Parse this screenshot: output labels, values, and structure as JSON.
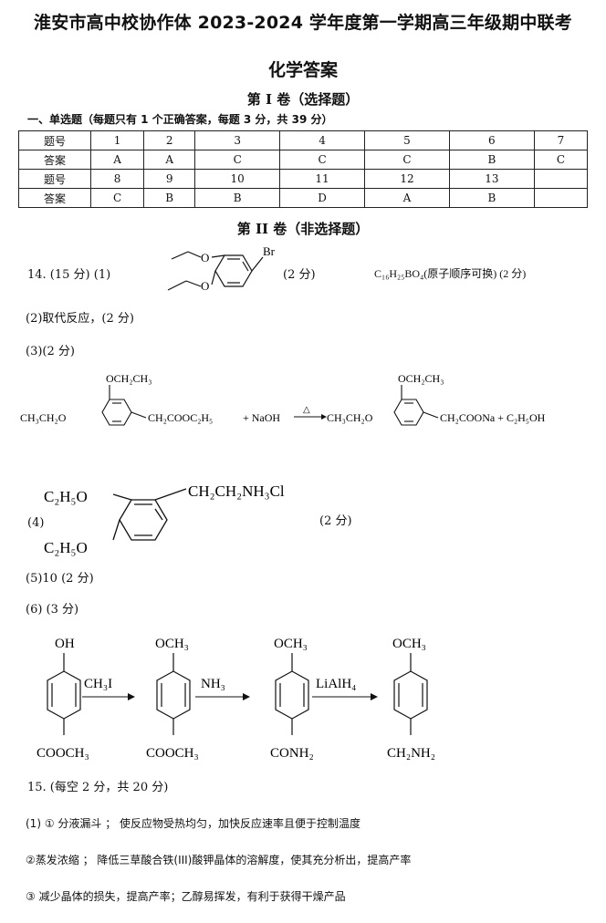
{
  "header": {
    "title": "淮安市高中校协作体 2023-2024 学年度第一学期高三年级期中联考",
    "subtitle": "化学答案"
  },
  "part1": {
    "title": "第 I 卷（选择题）",
    "note": "一、单选题（每题只有 1 个正确答案，每题 3 分，共 39 分）",
    "table": {
      "row_label_number": "题号",
      "row_label_answer": "答案",
      "numbers_1": [
        "1",
        "2",
        "3",
        "4",
        "5",
        "6",
        "7"
      ],
      "answers_1": [
        "A",
        "A",
        "C",
        "C",
        "C",
        "B",
        "C"
      ],
      "numbers_2": [
        "8",
        "9",
        "10",
        "11",
        "12",
        "13",
        ""
      ],
      "answers_2": [
        "C",
        "B",
        "B",
        "D",
        "A",
        "B",
        ""
      ]
    }
  },
  "part2": {
    "title": "第 II 卷（非选择题）",
    "q14": {
      "head": "14.  (15 分)  (1)",
      "mol1_br": "Br",
      "mol1_o": "O",
      "score1": "(2 分)",
      "formula": "C₁₆H₂₅BO₄(原子顺序可换) (2 分)",
      "p2": "(2)取代反应，(2 分)",
      "p3": "(3)(2 分)",
      "eq": {
        "sub_top": "OCH₂CH₃",
        "left_chain": "CH₃CH₂O",
        "sub_right": "CH₂COOC₂H₅",
        "reagent": "+ NaOH",
        "delta": "△",
        "prod_left": "CH₃CH₂O",
        "prod_top": "OCH₂CH₃",
        "prod_right": "CH₂COONa + C₂H₅OH"
      },
      "p4": "(4)",
      "p4_top": "C₂H₅O",
      "p4_bottom": "C₂H₅O",
      "p4_chain": "CH₂CH₂NH₃Cl",
      "p4_score": "(2 分)",
      "p5": "(5)10     (2 分)",
      "p6": "(6)    (3 分)",
      "route": {
        "m1_top": "OH",
        "m1_bottom": "COOCH₃",
        "r1": "CH₃I",
        "m2_top": "OCH₃",
        "m2_bottom": "COOCH₃",
        "r2": "NH₃",
        "m3_top": "OCH₃",
        "m3_bottom": "CONH₂",
        "r3": "LiAlH₄",
        "m4_top": "OCH₃",
        "m4_bottom": "CH₂NH₂"
      }
    },
    "q15": {
      "head": "15.     (每空 2 分，共 20 分)",
      "a1": "(1)   ①   分液漏斗     ；     使反应物受热均匀，加快反应速率且便于控制温度",
      "a2": "②蒸发浓缩     ；    降低三草酸合铁(III)酸钾晶体的溶解度，使其充分析出，提高产率",
      "a3": "③   减少晶体的损失，提高产率；乙醇易挥发，有利于获得干燥产品"
    }
  }
}
